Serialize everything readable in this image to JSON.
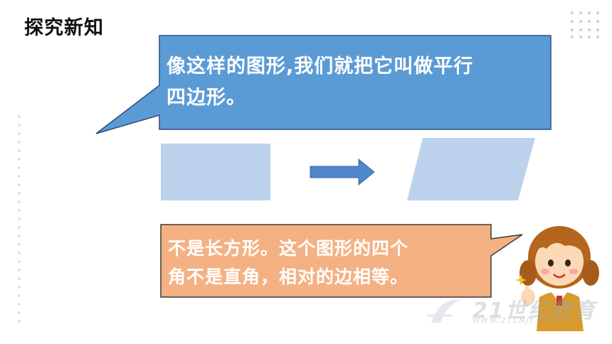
{
  "heading": "探究新知",
  "callout_top": {
    "line1": "像这样的图形,我们就把它叫做平行",
    "line2": "四边形。",
    "fill": "#5b9bd5",
    "stroke": "#2e4e7e"
  },
  "shapes": {
    "rectangle_color": "#bcd2ec",
    "parallelogram_color": "#bcd2ec",
    "arrow_color": "#4f87c8"
  },
  "callout_bottom": {
    "line1": "不是长方形。这个图形的四个",
    "line2": "角不是直角，相对的边相等。",
    "fill": "#f4b183",
    "stroke": "#3a3a3a"
  },
  "watermark": {
    "logo": "21世纪教育",
    "url": "WWW.21CNJY.COM"
  },
  "icons": [
    "dot-grid-decoration",
    "girl-character-icon",
    "right-arrow-icon"
  ]
}
